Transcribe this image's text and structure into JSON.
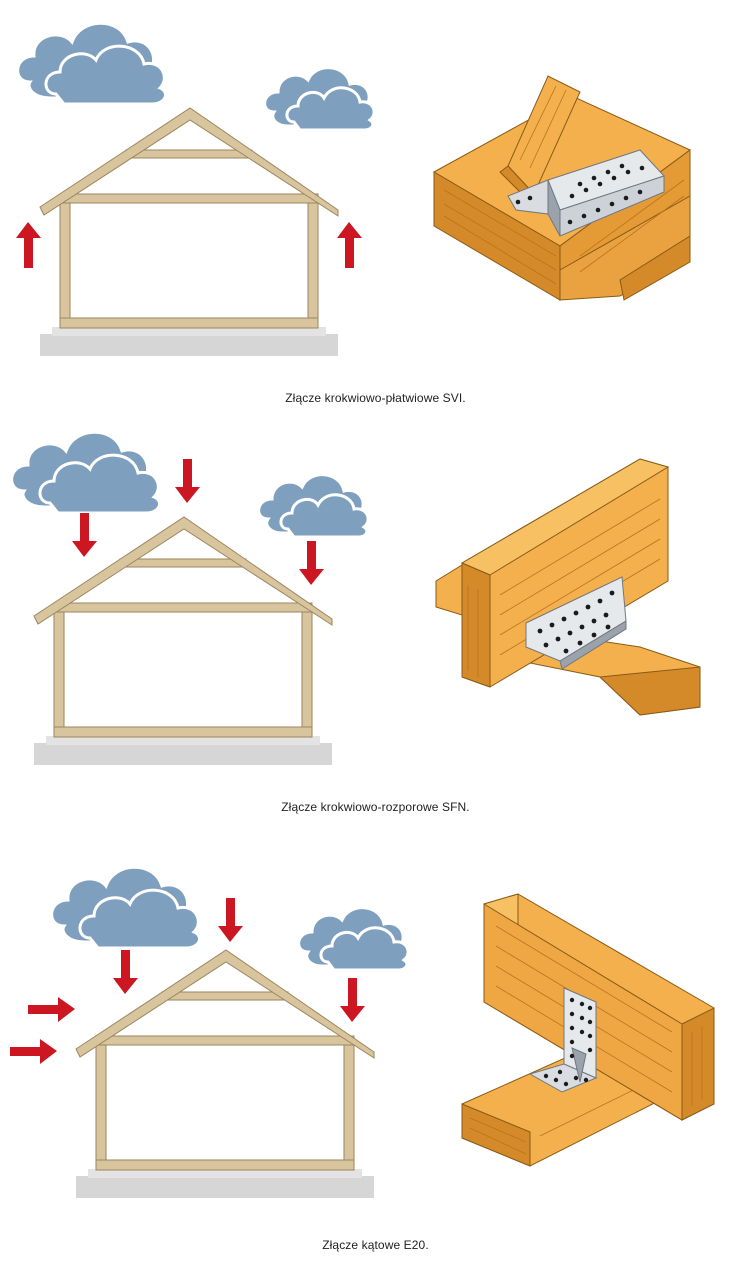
{
  "captions": {
    "svi": "Złącze krokwiowo-płatwiowe SVI.",
    "sfn": "Złącze krokwiowo-rozporowe SFN.",
    "e20": "Złącze kątowe E20."
  },
  "panels": [
    {
      "id": "svi",
      "load_direction": "uplift",
      "arrows": [
        "up",
        "up"
      ],
      "connector": "rafter-purlin-connector"
    },
    {
      "id": "sfn",
      "load_direction": "downward",
      "arrows": [
        "down",
        "down",
        "down"
      ],
      "connector": "rafter-tie-connector"
    },
    {
      "id": "e20",
      "load_direction": "downward-and-lateral",
      "arrows": [
        "down",
        "down",
        "down",
        "right",
        "right"
      ],
      "connector": "angle-bracket-connector"
    }
  ],
  "colors": {
    "cloud": "#7f9fbf",
    "cloud_stroke": "#ffffff",
    "frame": "#d8c59e",
    "frame_stroke": "#9c865e",
    "foundation": "#d6d6d6",
    "arrow": "#cc1622",
    "timber": "#f3b04d",
    "timber_dark": "#d58a2a",
    "timber_end": "#e49a35",
    "steel": "#d9dde2",
    "steel_dark": "#9aa2ab",
    "hole": "#1b1b1b"
  },
  "icons": [
    "cloud-icon",
    "up-arrow-icon",
    "down-arrow-icon",
    "right-arrow-icon"
  ]
}
